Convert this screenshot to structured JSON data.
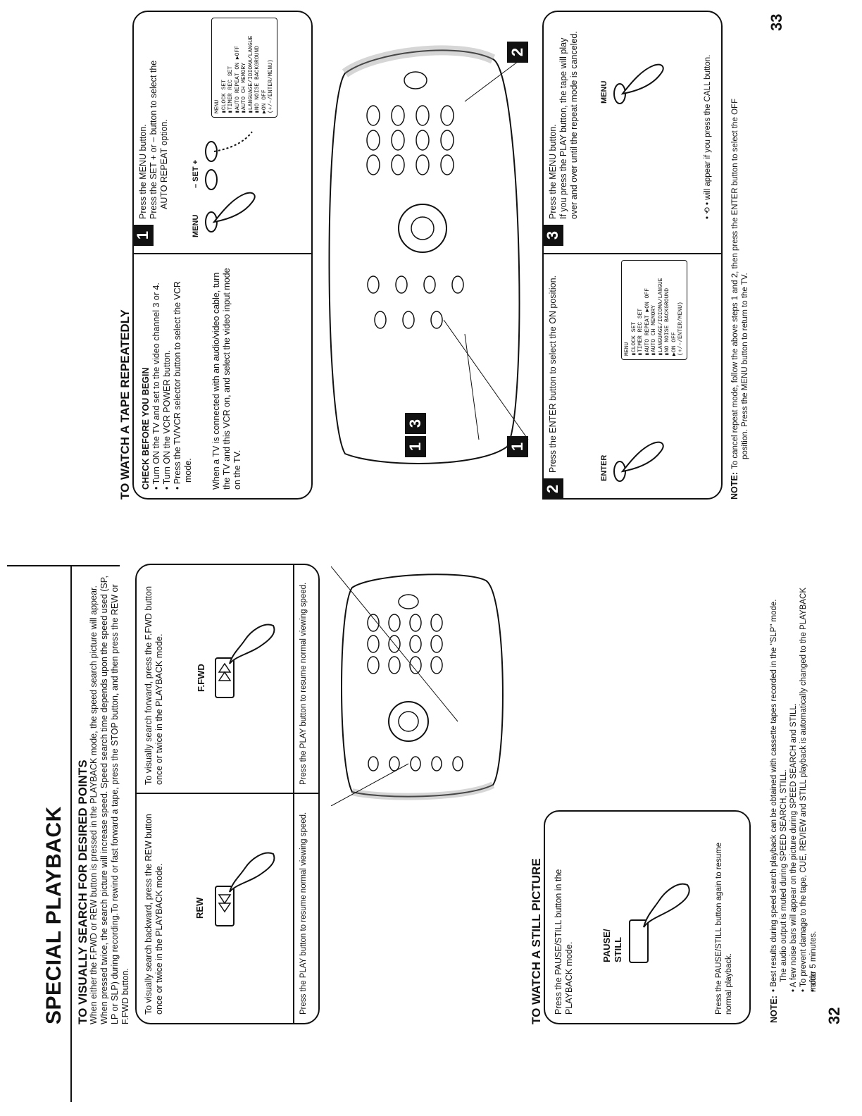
{
  "left": {
    "page_title": "SPECIAL PLAYBACK",
    "search_title": "TO VISUALLY SEARCH FOR DESIRED POINTS",
    "search_intro": "When either the F.FWD or REW button is pressed in the PLAYBACK mode, the speed search picture will appear. When pressed twice, the search picture will increase speed. Speed search time depends upon the speed used (SP, LP or SLP) during recording.To rewind or fast forward a tape, press the STOP button, and then press the REW or F.FWD button.",
    "rew_text": "To visually search backward, press the REW button once or twice in the PLAYBACK mode.",
    "rew_label": "REW",
    "ffwd_text": "To visually search forward, press the F.FWD button once or twice in the PLAYBACK mode.",
    "ffwd_label": "F.FWD",
    "resume_left": "Press the PLAY button to resume normal viewing speed.",
    "resume_right": "Press the PLAY button to resume normal viewing speed.",
    "still_title": "TO WATCH A STILL PICTURE",
    "still_text": "Press the PAUSE/STILL button in the PLAYBACK mode.",
    "pause_label_1": "PAUSE/",
    "pause_label_2": "STILL",
    "still_resume": "Press the PAUSE/STILL button again to resume normal playback.",
    "note_label": "NOTE:",
    "notes": [
      "• Best results during speed search playback can be obtained with cassette tapes recorded in the \"SLP\" mode.",
      "The audio output is muted during SPEED SEARCH, STILL.",
      "• A few noise bars will appear on the picture during SPEED SEARCH and STILL.",
      "• To prevent damage to the tape, CUE, REVIEW and STILL playback is automatically changed to the PLAYBACK mode",
      "• after 5 minutes."
    ],
    "page_number": "32"
  },
  "right": {
    "repeat_title": "TO WATCH A TAPE REPEATEDLY",
    "check_title": "CHECK BEFORE YOU BEGIN",
    "check_items": [
      "• Turn ON the TV and set to the video channel 3 or 4.",
      "• Turn ON the VCR POWER button.",
      "• Press the TV/VCR selector button to select the VCR",
      "mode."
    ],
    "av_text": "When a TV is connected with an audio/video cable, turn the TV and this VCR on, and select the video input mode on the TV.",
    "step1_num": "1",
    "step1_lines": [
      "Press the MENU button.",
      "Press the SET + or – button to select the",
      "AUTO REPEAT option."
    ],
    "menu_label": "MENU",
    "set_label": "– SET +",
    "menu1": [
      "MENU",
      "▮CLOCK SET",
      "▮TIMER REC SET",
      "▮AUTO REPEAT   ON ▶OFF",
      "▮AUTO CH MEMORY",
      "▮LANGUAGE/IDIOMA/LANGUE",
      "▮NO NOISE BACKGROUND",
      "            ▶ON  OFF",
      "(+/–/ENTER/MENU)"
    ],
    "step2_num": "2",
    "step2_text": "Press the ENTER button to select the ON position.",
    "enter_label": "ENTER",
    "menu2": [
      "MENU",
      "▮CLOCK SET",
      "▮TIMER REC SET",
      "▮AUTO REPEAT ▶ON  OFF",
      "▮AUTO CH MEMORY",
      "▮LANGUAGE/IDIOMA/LANGUE",
      "▮NO NOISE BACKGROUND",
      "            ▶ON  OFF",
      "(+/–/ENTER/MENU)"
    ],
    "step3_num": "3",
    "step3_lines": [
      "Press the MENU button.",
      "If you press the PLAY button, the tape will play",
      "over and over until the repeat mode is canceled."
    ],
    "menu_label_3": "MENU",
    "call_note": "• ⟲ • will appear if you press the CALL button.",
    "callout_1a": "1",
    "callout_2": "2",
    "callout_13a": "1",
    "callout_13b": "3",
    "note_label": "NOTE:",
    "note_lines": [
      "To cancel repeat mode, follow the above steps 1 and 2, then press the ENTER button to select the OFF",
      "position. Press the MENU button to return to the TV."
    ],
    "page_number": "33"
  }
}
